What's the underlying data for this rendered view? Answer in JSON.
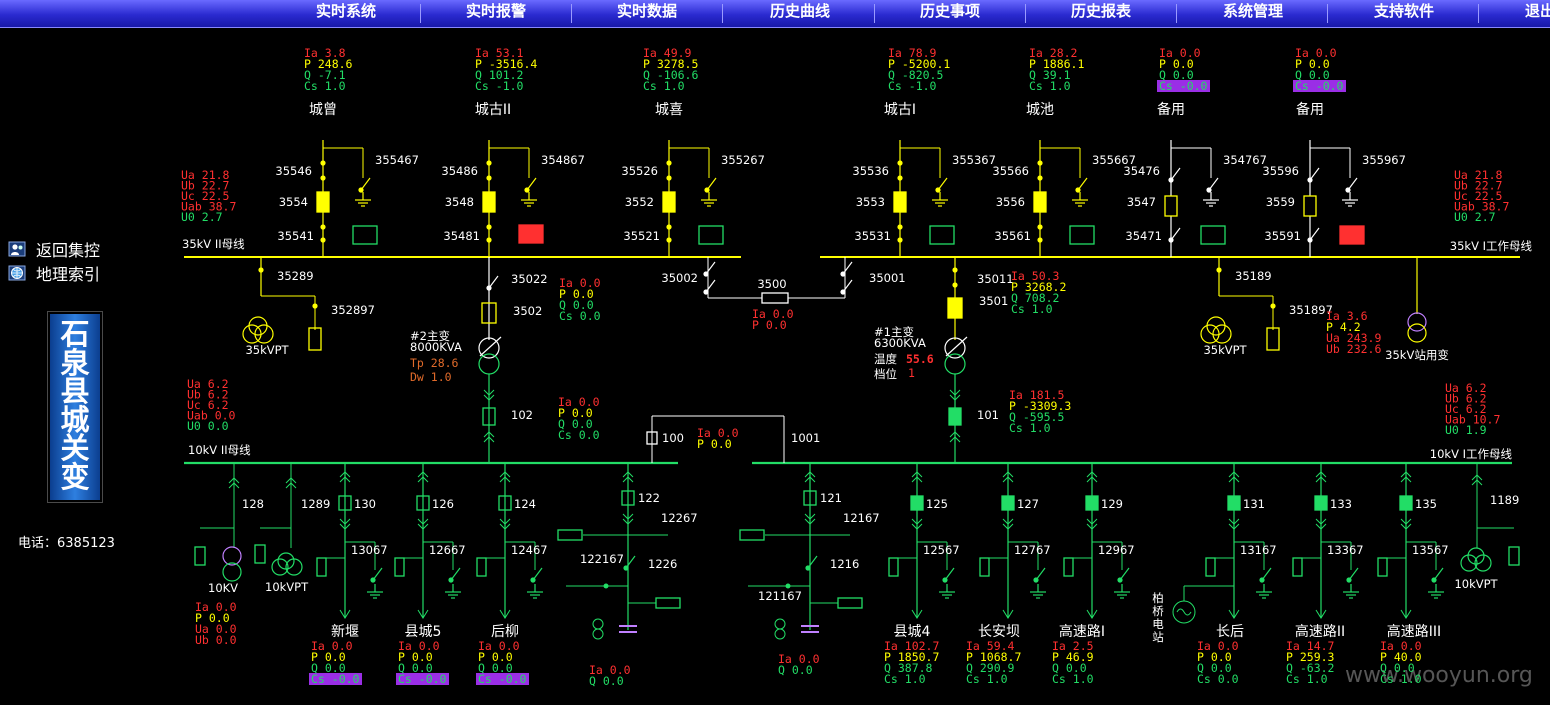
{
  "menu": [
    "实时系统",
    "实时报警",
    "实时数据",
    "历史曲线",
    "历史事项",
    "历史报表",
    "系统管理",
    "支持软件",
    "退出"
  ],
  "side": {
    "link1": "返回集控",
    "link2": "地理索引",
    "title": "石泉县城关变",
    "phone": "电话：6385123"
  },
  "watermark": "www.wooyun.org",
  "buses": {
    "b35_2": "35kV II母线",
    "b35_1": "35kV I工作母线",
    "b10_2": "10kV II母线",
    "b10_1": "10kV I工作母线"
  },
  "feeders35": [
    {
      "name": "城曾",
      "Ia": "Ia 3.8",
      "P": "P 248.6",
      "Q": "Q -7.1",
      "Cs": "Cs 1.0",
      "sw1": "35546",
      "brk": "3554",
      "sw2": "35541",
      "earth": "355467"
    },
    {
      "name": "城古II",
      "Ia": "Ia 53.1",
      "P": "P -3516.4",
      "Q": "Q 101.2",
      "Cs": "Cs -1.0",
      "sw1": "35486",
      "brk": "3548",
      "sw2": "35481",
      "earth": "354867"
    },
    {
      "name": "城喜",
      "Ia": "Ia 49.9",
      "P": "P 3278.5",
      "Q": "Q -106.6",
      "Cs": "Cs 1.0",
      "sw1": "35526",
      "brk": "3552",
      "sw2": "35521",
      "earth": "355267"
    },
    {
      "name": "城古I",
      "Ia": "Ia 78.9",
      "P": "P -5200.1",
      "Q": "Q -820.5",
      "Cs": "Cs -1.0",
      "sw1": "35536",
      "brk": "3553",
      "sw2": "35531",
      "earth": "355367"
    },
    {
      "name": "城池",
      "Ia": "Ia 28.2",
      "P": "P 1886.1",
      "Q": "Q 39.1",
      "Cs": "Cs 1.0",
      "sw1": "35566",
      "brk": "3556",
      "sw2": "35561",
      "earth": "355667"
    },
    {
      "name": "备用",
      "Ia": "Ia 0.0",
      "P": "P 0.0",
      "Q": "Q 0.0",
      "Cs": "Cs -0.0",
      "sw1": "35476",
      "brk": "3547",
      "sw2": "35471",
      "earth": "354767"
    },
    {
      "name": "备用",
      "Ia": "Ia 0.0",
      "P": "P 0.0",
      "Q": "Q 0.0",
      "Cs": "Cs -0.0",
      "sw1": "35596",
      "brk": "3559",
      "sw2": "35591",
      "earth": "355967"
    }
  ],
  "volt35_2": [
    "Ua 21.8",
    "Ub 22.7",
    "Uc 22.5",
    "Uab 38.7",
    "U0 2.7"
  ],
  "volt35_1": [
    "Ua 21.8",
    "Ub 22.7",
    "Uc 22.5",
    "Uab 38.7",
    "U0 2.7"
  ],
  "volt10_2": [
    "Ua 6.2",
    "Ub 6.2",
    "Uc 6.2",
    "Uab 0.0",
    "U0 0.0"
  ],
  "volt10_1": [
    "Ua 6.2",
    "Ub 6.2",
    "Uc 6.2",
    "Uab 10.7",
    "U0 1.9"
  ],
  "pt35_2": {
    "sw": "35289",
    "earth": "352897",
    "name": "35kVPT"
  },
  "pt35_1": {
    "sw": "35189",
    "earth": "351897",
    "name": "35kVPT"
  },
  "station_tr": {
    "name": "35kV站用变",
    "Ia": "Ia 3.6",
    "P": "P 4.2",
    "Ua": "Ua 243.9",
    "Ub": "Ub 232.6"
  },
  "bus_tie35": {
    "sw_left": "35002",
    "brk": "3500",
    "sw_right": "35001",
    "Ia": "Ia 0.0",
    "P": "P 0.0"
  },
  "tr2": {
    "sw": "35022",
    "brk": "3502",
    "name": "#2主变",
    "cap": "8000KVA",
    "Tp": "Tp 28.6",
    "Dw": "Dw 1.0",
    "hv_Ia": "Ia 0.0",
    "hv_P": "P 0.0",
    "hv_Q": "Q 0.0",
    "hv_Cs": "Cs 0.0",
    "lv_brk": "102",
    "lv_Ia": "Ia 0.0",
    "lv_P": "P 0.0",
    "lv_Q": "Q 0.0",
    "lv_Cs": "Cs 0.0"
  },
  "tr1": {
    "sw": "35011",
    "brk": "3501",
    "name": "#1主变",
    "cap": "6300KVA",
    "temp_label": "温度",
    "temp": "55.6",
    "tap_label": "档位",
    "tap": "1",
    "hv_Ia": "Ia 50.3",
    "hv_P": "P 3268.2",
    "hv_Q": "Q 708.2",
    "hv_Cs": "Cs 1.0",
    "lv_brk": "101",
    "lv_Ia": "Ia 181.5",
    "lv_P": "P -3309.3",
    "lv_Q": "Q -595.5",
    "lv_Cs": "Cs 1.0"
  },
  "bus_tie10": {
    "sw_left": "100",
    "sw_right": "1001",
    "Ia": "Ia 0.0",
    "P": "P 0.0"
  },
  "left10": {
    "brk": "128",
    "tr_name": "10KV",
    "pt_sw": "1289",
    "pt_name": "10kVPT",
    "Ia": "Ia 0.0",
    "P": "P 0.0",
    "Ua": "Ua 0.0",
    "Ub": "Ub 0.0"
  },
  "feeders10_left": [
    {
      "brk": "130",
      "earth": "13067",
      "name": "新堰",
      "Ia": "Ia 0.0",
      "P": "P 0.0",
      "Q": "Q 0.0",
      "Cs": "Cs -0.0"
    },
    {
      "brk": "126",
      "earth": "12667",
      "name": "县城5",
      "Ia": "Ia 0.0",
      "P": "P 0.0",
      "Q": "Q 0.0",
      "Cs": "Cs -0.0"
    },
    {
      "brk": "124",
      "earth": "12467",
      "name": "后柳",
      "Ia": "Ia 0.0",
      "P": "P 0.0",
      "Q": "Q 0.0",
      "Cs": "Cs -0.0"
    }
  ],
  "cap2": {
    "brk": "122",
    "earth": "12267",
    "earth2": "122167",
    "sw": "1226",
    "Ia": "Ia 0.0",
    "Q": "Q 0.0"
  },
  "cap1": {
    "brk": "121",
    "earth": "12167",
    "earth2": "121167",
    "sw": "1216",
    "Ia": "Ia 0.0",
    "Q": "Q 0.0"
  },
  "feeders10_right": [
    {
      "brk": "125",
      "earth": "12567",
      "name": "县城4",
      "Ia": "Ia 102.7",
      "P": "P 1850.7",
      "Q": "Q 387.8",
      "Cs": "Cs 1.0"
    },
    {
      "brk": "127",
      "earth": "12767",
      "name": "长安坝",
      "Ia": "Ia 59.4",
      "P": "P 1068.7",
      "Q": "Q 290.9",
      "Cs": "Cs 1.0"
    },
    {
      "brk": "129",
      "earth": "12967",
      "name": "高速路I",
      "Ia": "Ia 2.5",
      "P": "P 46.9",
      "Q": "Q 0.0",
      "Cs": "Cs 1.0"
    },
    {
      "brk": "131",
      "earth": "13167",
      "name": "长后",
      "Ia": "Ia 0.0",
      "P": "P 0.0",
      "Q": "Q 0.0",
      "Cs": "Cs 0.0"
    },
    {
      "brk": "133",
      "earth": "13367",
      "name": "高速路II",
      "Ia": "Ia 14.7",
      "P": "P 259.3",
      "Q": "Q -63.2",
      "Cs": "Cs 1.0"
    },
    {
      "brk": "135",
      "earth": "13567",
      "name": "高速路III",
      "Ia": "Ia 0.0",
      "P": "P 40.0",
      "Q": "Q 0.0",
      "Cs": "Cs 1.0"
    }
  ],
  "right10": {
    "pt_sw": "1189",
    "pt_name": "10kVPT",
    "gen_name": "柏桥电站"
  }
}
